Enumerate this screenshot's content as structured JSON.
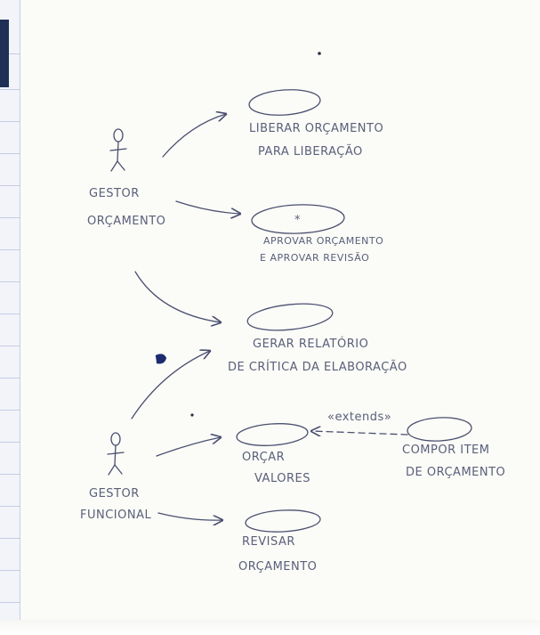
{
  "actors": [
    {
      "id": "gestor-orcamento",
      "lines": [
        "GESTOR",
        "ORÇAMENTO"
      ]
    },
    {
      "id": "gestor-funcional",
      "lines": [
        "GESTOR",
        "FUNCIONAL"
      ]
    }
  ],
  "use_cases": [
    {
      "id": "liberar",
      "lines": [
        "LIBERAR ORÇAMENTO",
        "PARA LIBERAÇÃO"
      ]
    },
    {
      "id": "aprovar",
      "lines": [
        "APROVAR ORÇAMENTO",
        "E APROVAR REVISÃO"
      ],
      "star": "*"
    },
    {
      "id": "gerar",
      "lines": [
        "GERAR RELATÓRIO",
        "DE CRÍTICA DA ELABORAÇÃO"
      ]
    },
    {
      "id": "orcar",
      "lines": [
        "ORÇAR",
        "VALORES"
      ]
    },
    {
      "id": "compor",
      "lines": [
        "COMPOR ITEM",
        "DE ORÇAMENTO"
      ]
    },
    {
      "id": "revisar",
      "lines": [
        "REVISAR",
        "ORÇAMENTO"
      ]
    }
  ],
  "relations": {
    "extend_label": "«extends»"
  },
  "colors": {
    "ink": "#4b5070",
    "paper": "#fbfbf7",
    "grid_strip": "#f3f4fa",
    "tab": "#1f2f55",
    "blot": "#1c2a6e"
  }
}
